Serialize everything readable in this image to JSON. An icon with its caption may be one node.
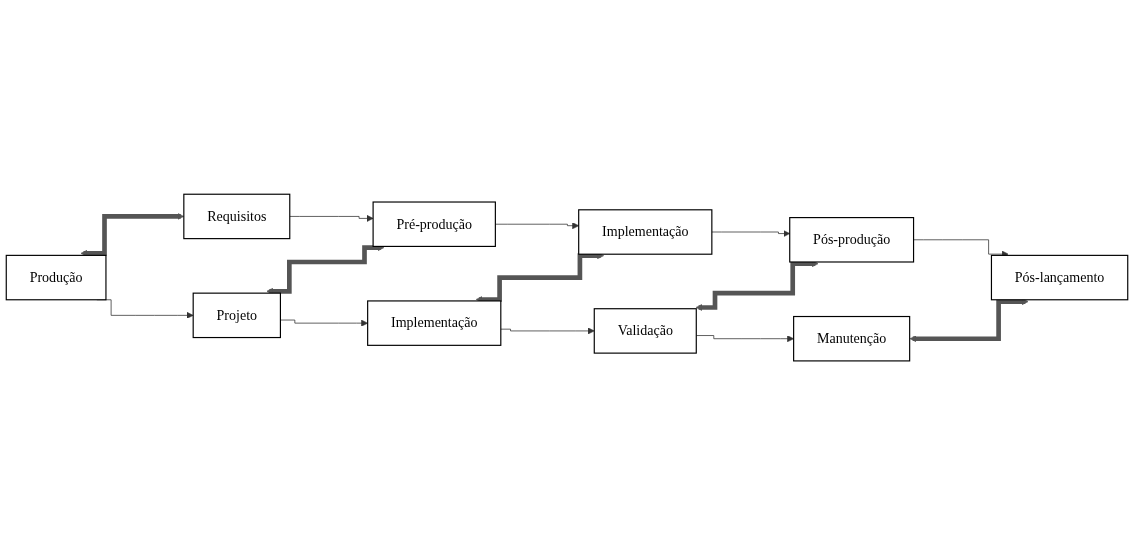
{
  "diagram": {
    "nodes": [
      {
        "text": [
          "Produção"
        ]
      },
      {
        "text": [
          "Requisitos"
        ]
      },
      {
        "text": [
          "Projeto"
        ]
      },
      {
        "text": [
          "Pré-produção"
        ]
      },
      {
        "text": [
          "Implementação"
        ]
      },
      {
        "text": [
          "Implementação"
        ]
      },
      {
        "text": [
          "Validação"
        ]
      },
      {
        "text": [
          "Pós-produção"
        ]
      },
      {
        "text": [
          "Manutenção"
        ]
      },
      {
        "text": [
          "Pós-lançamento"
        ]
      }
    ],
    "edges": [
      {
        "from": 0,
        "to": 1,
        "arrow": "both",
        "style": "thick",
        "color": "#555555"
      },
      {
        "from": 0,
        "to": 2,
        "arrow": "to"
      },
      {
        "from": 1,
        "to": 3,
        "arrow": "to"
      },
      {
        "from": 2,
        "to": 3,
        "arrow": "both",
        "style": "thick",
        "color": "#555555"
      },
      {
        "from": 2,
        "to": 4,
        "arrow": "to"
      },
      {
        "from": 3,
        "to": 5,
        "arrow": "to"
      },
      {
        "from": 4,
        "to": 5,
        "arrow": "both",
        "style": "thick",
        "color": "#555555"
      },
      {
        "from": 4,
        "to": 6,
        "arrow": "to"
      },
      {
        "from": 5,
        "to": 7,
        "arrow": "to"
      },
      {
        "from": 6,
        "to": 7,
        "arrow": "both",
        "style": "thick",
        "color": "#555555"
      },
      {
        "from": 6,
        "to": 8,
        "arrow": "to"
      },
      {
        "from": 7,
        "to": 9,
        "arrow": "to"
      },
      {
        "from": 8,
        "to": 9,
        "arrow": "both",
        "style": "thick",
        "color": "#555555"
      }
    ]
  }
}
